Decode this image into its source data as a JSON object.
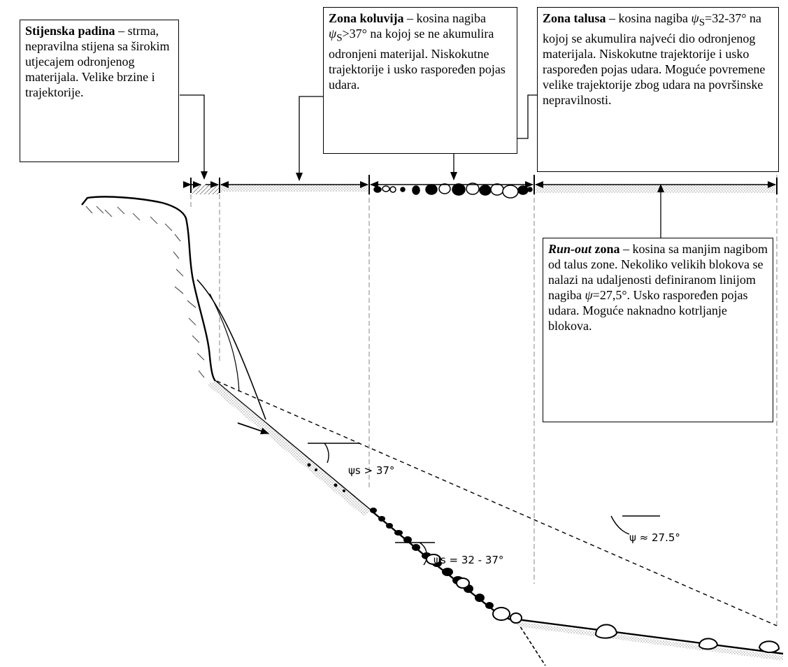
{
  "boxes": {
    "rockface": {
      "title": "Stijenska padina",
      "text": " – strma, nepravilna stijena sa širokim utjecajem odronjenog materijala. Velike brzine i trajektorije."
    },
    "colluvium": {
      "title": "Zona koluvija",
      "text_1": " – kosina nagiba ",
      "psi": "ψ",
      "sub": "S",
      "text_2": ">37° na kojoj se ne akumulira odronjeni materijal. Niskokutne trajektorije i usko raspoređen pojas udara."
    },
    "talus": {
      "title": "Zona talusa",
      "text_1": " – kosina nagiba ",
      "psi": "ψ",
      "sub": "S",
      "text_2": "=32-37° na kojoj se akumulira najveći dio odronjenog materijala. Niskokutne trajektorije i usko raspoređen pojas udara. Moguće povremene velike trajektorije zbog udara na površinske nepravilnosti."
    },
    "runout": {
      "title": "Run-out",
      "title_2": " zona",
      "text_1": " – kosina sa manjim nagibom od talus zone. Nekoliko velikih blokova se nalazi na udaljenosti definiranom linijom nagiba ",
      "psi": "ψ",
      "text_2": "=27,5°. Usko raspoređen pojas udara. Moguće naknadno kotrljanje blokova."
    }
  },
  "angle_labels": {
    "steep": "ψs > 37°",
    "talus": "ψs = 32 - 37°",
    "runout": "ψ ≈ 27.5°"
  },
  "colors": {
    "line": "#000000",
    "guide": "#999999",
    "stipple": "#bbbbbb"
  }
}
